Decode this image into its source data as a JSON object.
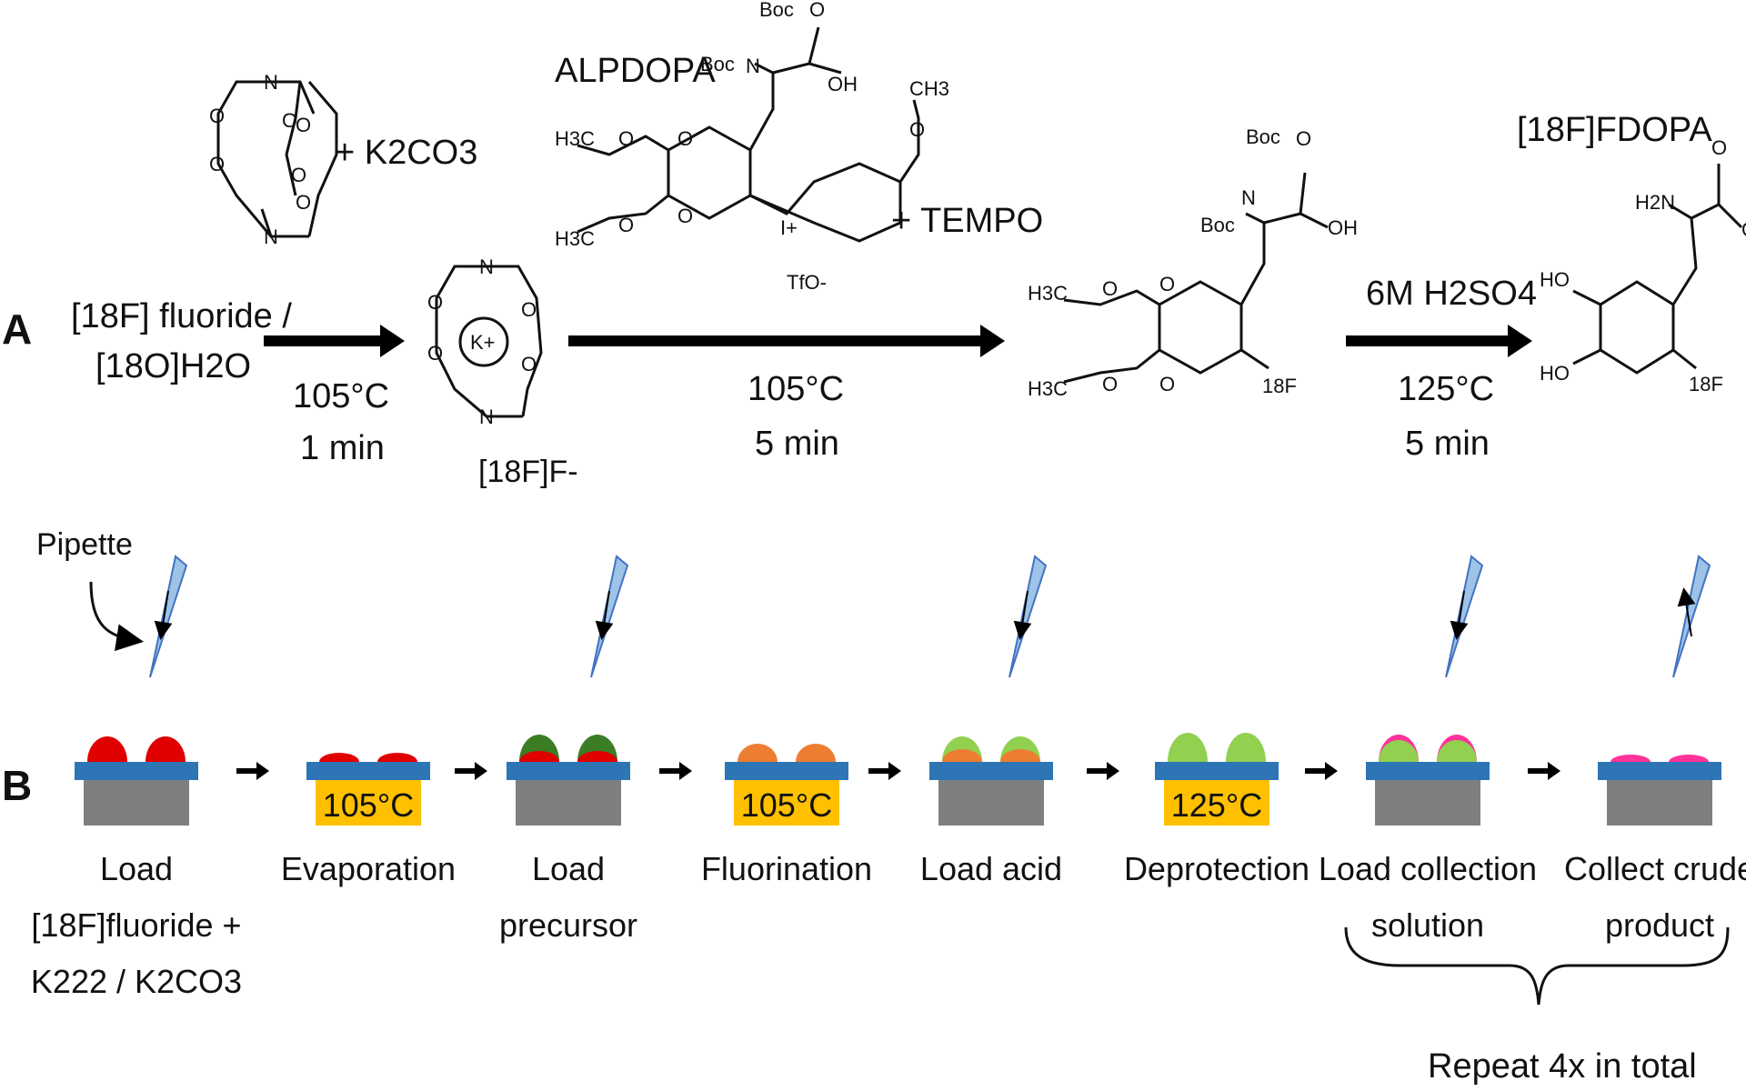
{
  "panels": {
    "a": "A",
    "b": "B"
  },
  "reaction": {
    "start": {
      "line1": "[18F] fluoride /",
      "line2": "[18O]H2O"
    },
    "step1": {
      "temp": "105°C",
      "time": "1 min"
    },
    "cryptand_reagent": "+ K2CO3",
    "fluoride_complex_label": "[18F]F-",
    "precursor_name": "ALPDOPA",
    "additive": "+ TEMPO",
    "counter_ion": "TfO-",
    "step2": {
      "temp": "105°C",
      "time": "5 min"
    },
    "step3": {
      "reagent": "6M H2SO4",
      "temp": "125°C",
      "time": "5 min"
    },
    "product_name": "[18F]FDOPA",
    "atoms": {
      "boc": "Boc",
      "oh": "OH",
      "o": "O",
      "n": "N",
      "h3c": "H3C",
      "ch3": "CH3",
      "h2n": "H2N",
      "ho": "HO",
      "f18": "18F",
      "k": "K+",
      "i": "I+"
    }
  },
  "pipette_label": "Pipette",
  "steps": [
    {
      "label_lines": [
        "Load",
        "[18F]fluoride +",
        "K222 / K2CO3"
      ],
      "heater": ""
    },
    {
      "label_lines": [
        "Evaporation"
      ],
      "heater": "105°C"
    },
    {
      "label_lines": [
        "Load",
        "precursor"
      ],
      "heater": ""
    },
    {
      "label_lines": [
        "Fluorination"
      ],
      "heater": "105°C"
    },
    {
      "label_lines": [
        "Load acid"
      ],
      "heater": ""
    },
    {
      "label_lines": [
        "Deprotection"
      ],
      "heater": "125°C"
    },
    {
      "label_lines": [
        "Load collection",
        "solution"
      ],
      "heater": ""
    },
    {
      "label_lines": [
        "Collect crude",
        "product"
      ],
      "heater": ""
    }
  ],
  "repeat_label": "Repeat 4x in total",
  "colors": {
    "chip_blue": "#2e75b6",
    "chip_gray": "#7f7f7f",
    "heater": "#ffc000",
    "droplet_red": "#e00000",
    "droplet_dark_green": "#3a7d24",
    "droplet_orange": "#ed7d31",
    "droplet_light_green": "#92d050",
    "droplet_pink": "#ff3399",
    "pipette": "#9dc3e6"
  }
}
